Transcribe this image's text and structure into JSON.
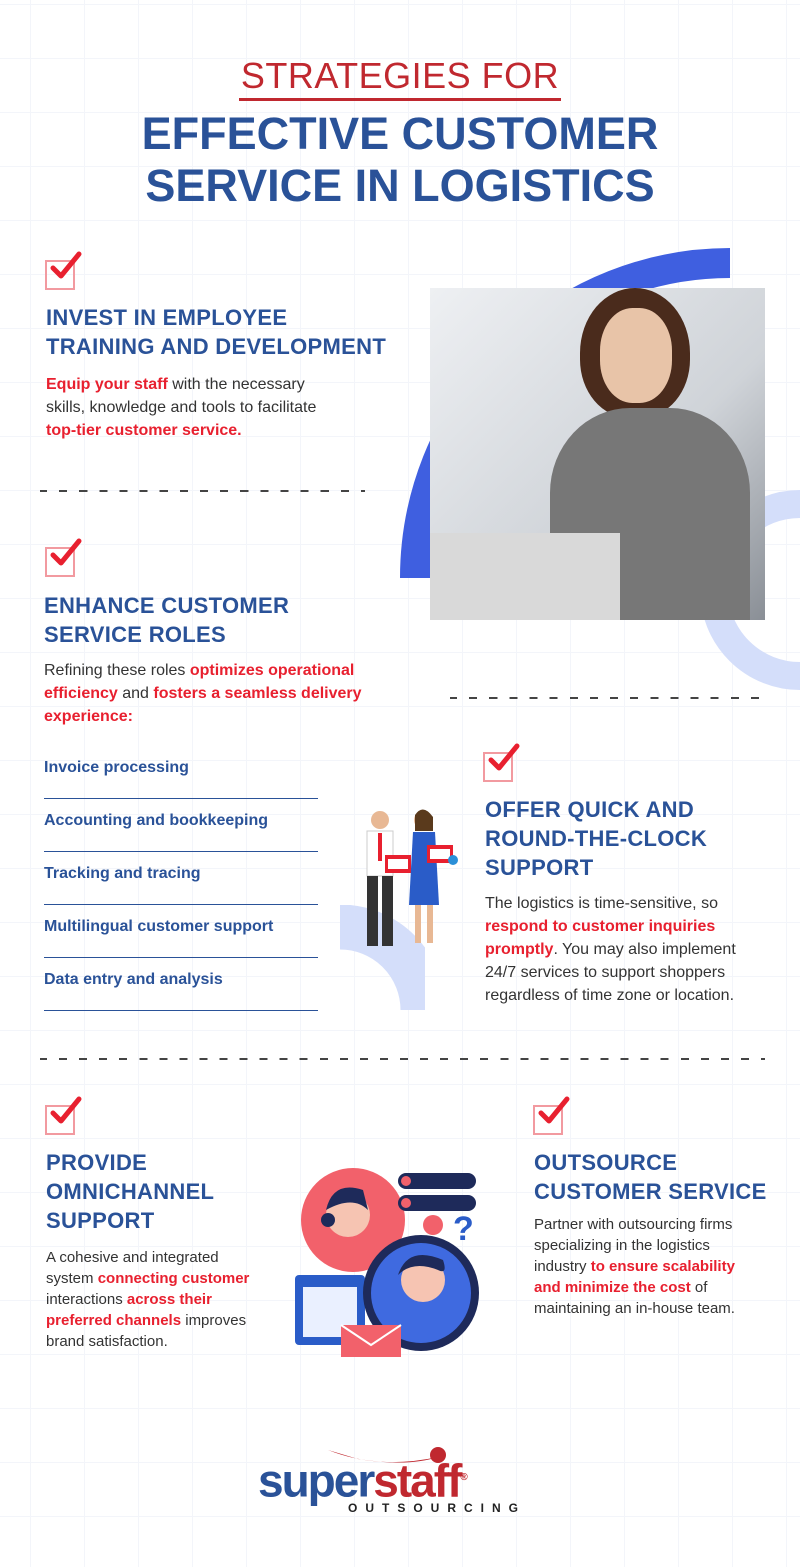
{
  "header": {
    "kicker": "STRATEGIES FOR",
    "title_line1": "EFFECTIVE CUSTOMER",
    "title_line2": "SERVICE IN LOGISTICS"
  },
  "colors": {
    "blue": "#2a5298",
    "red": "#e8202f",
    "accent_arc": "#3f5fe0",
    "light_blue": "#d4defa"
  },
  "sections": [
    {
      "heading": [
        "INVEST IN EMPLOYEE",
        "TRAINING AND DEVELOPMENT"
      ],
      "text": [
        {
          "t": "Equip your staff",
          "hl": true
        },
        {
          "t": " with the necessary skills, knowledge and tools to facilitate ",
          "hl": false
        },
        {
          "t": "top-tier customer service.",
          "hl": true
        }
      ]
    },
    {
      "heading": [
        "ENHANCE CUSTOMER",
        "SERVICE ROLES"
      ],
      "text": [
        {
          "t": "Refining these roles ",
          "hl": false
        },
        {
          "t": "optimizes operational efficiency",
          "hl": true
        },
        {
          "t": " and ",
          "hl": false
        },
        {
          "t": "fosters a seamless delivery experience:",
          "hl": true
        }
      ],
      "roles": [
        "Invoice processing",
        "Accounting and bookkeeping",
        "Tracking and tracing",
        "Multilingual customer support",
        "Data entry and analysis"
      ]
    },
    {
      "heading": [
        "OFFER QUICK AND",
        "ROUND-THE-CLOCK",
        "SUPPORT"
      ],
      "text": [
        {
          "t": "The logistics is time-sensitive, so ",
          "hl": false
        },
        {
          "t": "respond to customer inquiries promptly",
          "hl": true
        },
        {
          "t": ". You may also implement 24/7 services to support shoppers regardless of time zone or location.",
          "hl": false
        }
      ]
    },
    {
      "heading": [
        "PROVIDE",
        "OMNICHANNEL",
        "SUPPORT"
      ],
      "text": [
        {
          "t": "A cohesive and integrated system ",
          "hl": false
        },
        {
          "t": "connecting customer",
          "hl": true
        },
        {
          "t": " interactions ",
          "hl": false
        },
        {
          "t": "across their preferred channels",
          "hl": true
        },
        {
          "t": " improves brand satisfaction.",
          "hl": false
        }
      ]
    },
    {
      "heading": [
        "OUTSOURCE",
        "CUSTOMER SERVICE"
      ],
      "text": [
        {
          "t": "Partner with outsourcing firms specializing in the logistics industry ",
          "hl": false
        },
        {
          "t": "to ensure scalability and minimize the cost",
          "hl": true
        },
        {
          "t": " of maintaining an in-house team.",
          "hl": false
        }
      ]
    }
  ],
  "logo": {
    "word1": "super",
    "word2": "staff",
    "tagline": "OUTSOURCING",
    "mark": "®"
  },
  "icons": [
    "check-icon",
    "customer-service-agent-photo",
    "business-people-illustration",
    "omnichannel-support-illustration"
  ]
}
